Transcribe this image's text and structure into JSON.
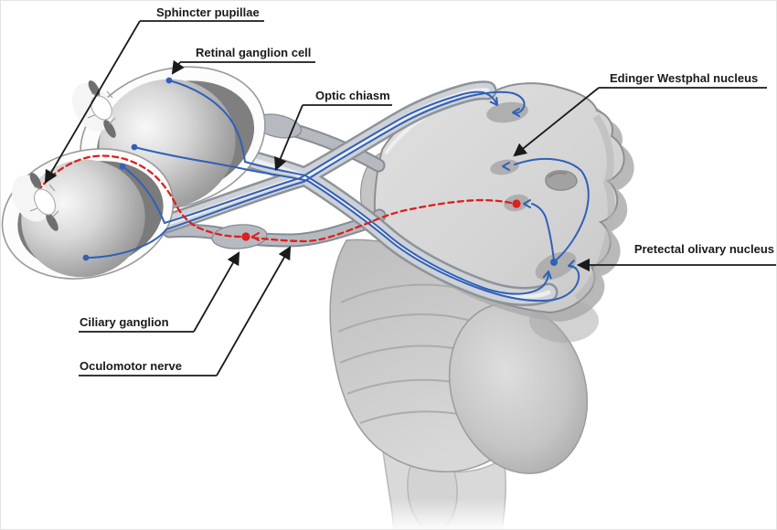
{
  "figure": {
    "type": "anatomical-diagram",
    "subject": "Pupillary light reflex pathway"
  },
  "labels": {
    "sphincter_pupillae": "Sphincter pupillae",
    "retinal_ganglion_cell": "Retinal ganglion cell",
    "optic_chiasm": "Optic chiasm",
    "edinger_westphal_nucleus": "Edinger Westphal nucleus",
    "pretectal_olivary_nucleus": "Pretectal olivary nucleus",
    "ciliary_ganglion": "Ciliary ganglion",
    "oculomotor_nerve": "Oculomotor nerve"
  },
  "colors": {
    "afferent_pathway_blue": "#3060b8",
    "efferent_pathway_red": "#e01e1e",
    "label_text": "#1a1a1a",
    "leader_line": "#1a1a1a",
    "nucleus_fill": "#afafaf"
  }
}
